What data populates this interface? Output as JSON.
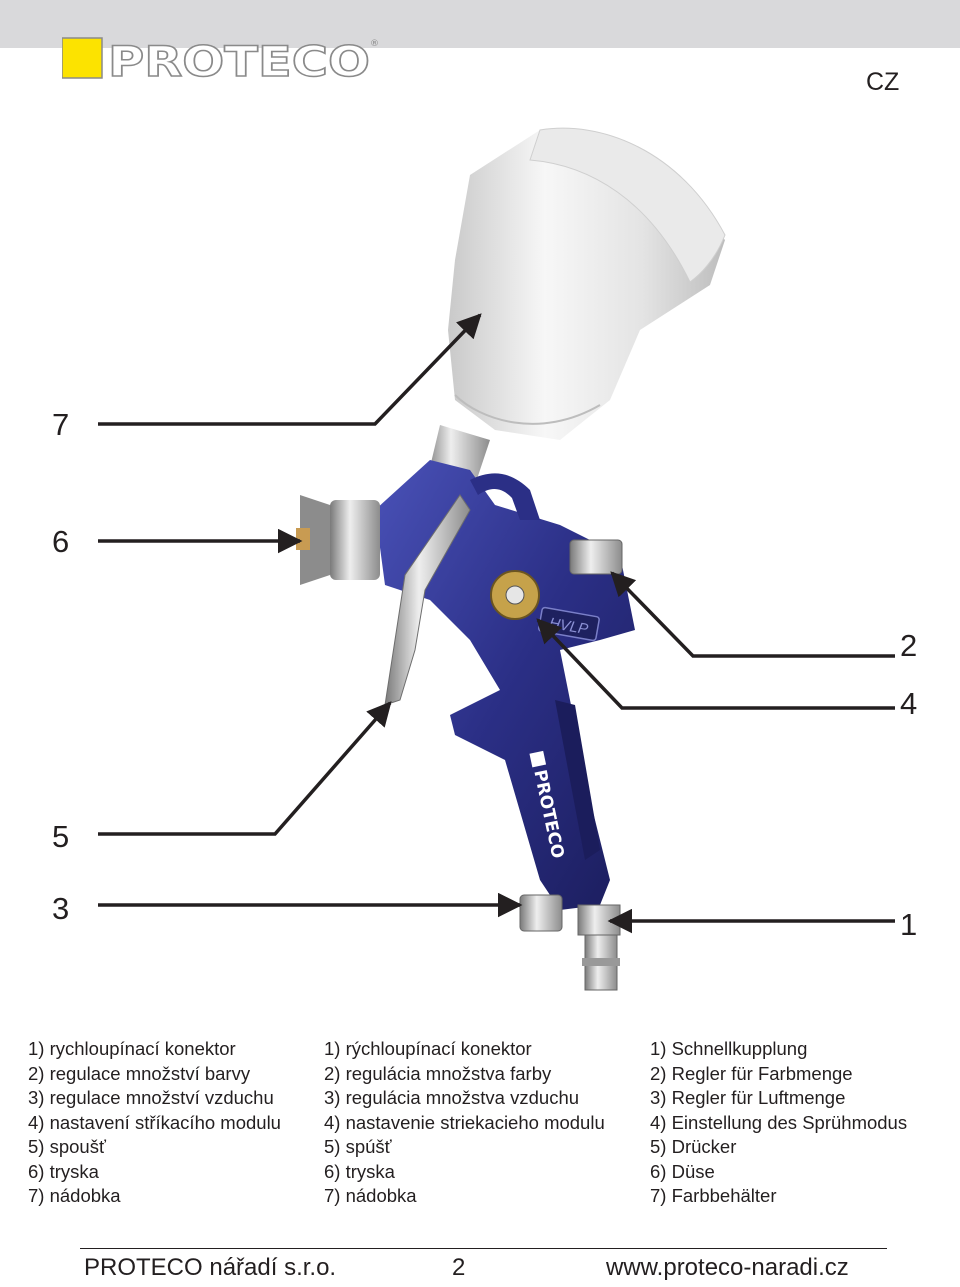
{
  "header": {
    "logo_text": "PROTECO",
    "lang": "CZ"
  },
  "callouts": [
    {
      "number": "7",
      "part": "container"
    },
    {
      "number": "6",
      "part": "nozzle"
    },
    {
      "number": "2",
      "part": "paint-regulator"
    },
    {
      "number": "4",
      "part": "spray-mode"
    },
    {
      "number": "5",
      "part": "trigger"
    },
    {
      "number": "3",
      "part": "air-regulator"
    },
    {
      "number": "1",
      "part": "quick-connector"
    }
  ],
  "product": {
    "badge": "HVLP",
    "handle_brand": "PROTECO"
  },
  "legend": {
    "cz": [
      "1) rychloupínací konektor",
      "2) regulace množství barvy",
      "3) regulace množství vzduchu",
      "4) nastavení stříkacího modulu",
      "5) spoušť",
      "6) tryska",
      "7) nádobka"
    ],
    "sk": [
      "1) rýchloupínací konektor",
      "2) regulácia množstva farby",
      "3) regulácia množstva vzduchu",
      "4) nastavenie striekacieho modulu",
      "5) spúšť",
      "6) tryska",
      "7) nádobka"
    ],
    "de": [
      "1) Schnellkupplung",
      "2) Regler für Farbmenge",
      "3) Regler für Luftmenge",
      "4) Einstellung des Sprühmodus",
      "5) Drücker",
      "6) Düse",
      "7) Farbbehälter"
    ]
  },
  "footer": {
    "company": "PROTECO nářadí s.r.o.",
    "page": "2",
    "website": "www.proteco-naradi.cz"
  },
  "colors": {
    "brand_yellow": "#fce300",
    "gun_blue": "#2b2f86",
    "topbar_gray": "#d9d9db"
  }
}
